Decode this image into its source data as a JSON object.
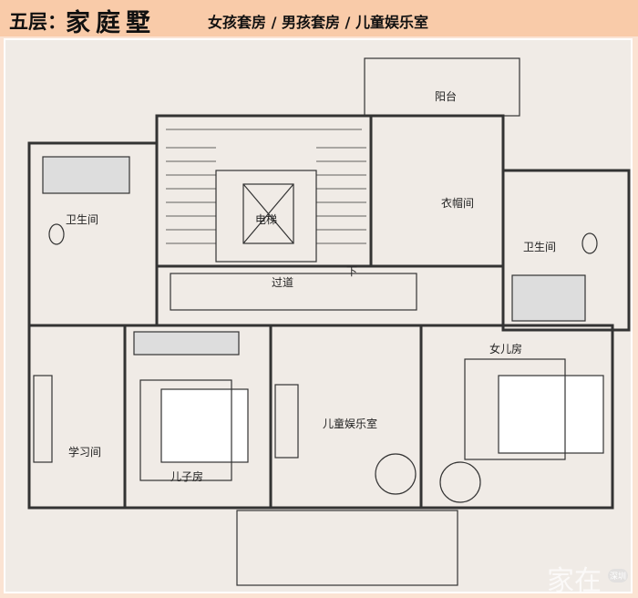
{
  "header": {
    "floor": "五层：",
    "name": "家庭墅",
    "subtitle": "女孩套房 / 男孩套房 / 儿童娱乐室"
  },
  "rooms": {
    "balcony": "阳台",
    "closet": "衣帽间",
    "bath_left": "卫生间",
    "bath_right": "卫生间",
    "elevator": "电梯",
    "corridor": "过道",
    "down": "下",
    "study": "学习间",
    "son_room": "儿子房",
    "play_room": "儿童娱乐室",
    "daughter_room": "女儿房"
  },
  "watermark": {
    "brand": "家在",
    "city": "深圳"
  }
}
